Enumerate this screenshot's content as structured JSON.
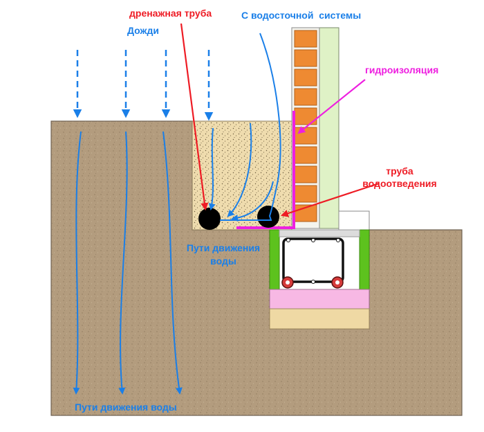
{
  "labels": {
    "drain_pipe": "дренажная труба",
    "gutter_system": "С водосточной  системы",
    "rain": "Дожди",
    "waterproofing": "гидроизоляция",
    "drain_out_line1": "труба",
    "drain_out_line2": "водоотведения",
    "water_paths_mid_line1": "Пути движения",
    "water_paths_mid_line2": "воды",
    "water_paths_bottom": "Пути движения воды"
  },
  "colors": {
    "blue": "#1a7fe8",
    "red": "#ee1b24",
    "magenta": "#ee1fe0",
    "soil": "#b39c7e",
    "sand": "#efdcae",
    "brick": "#ee8a32",
    "green": "#5dc21e",
    "pink_layer": "#f7b8e4",
    "base_layer": "#efd9a4",
    "facade": "#dff2c6"
  }
}
